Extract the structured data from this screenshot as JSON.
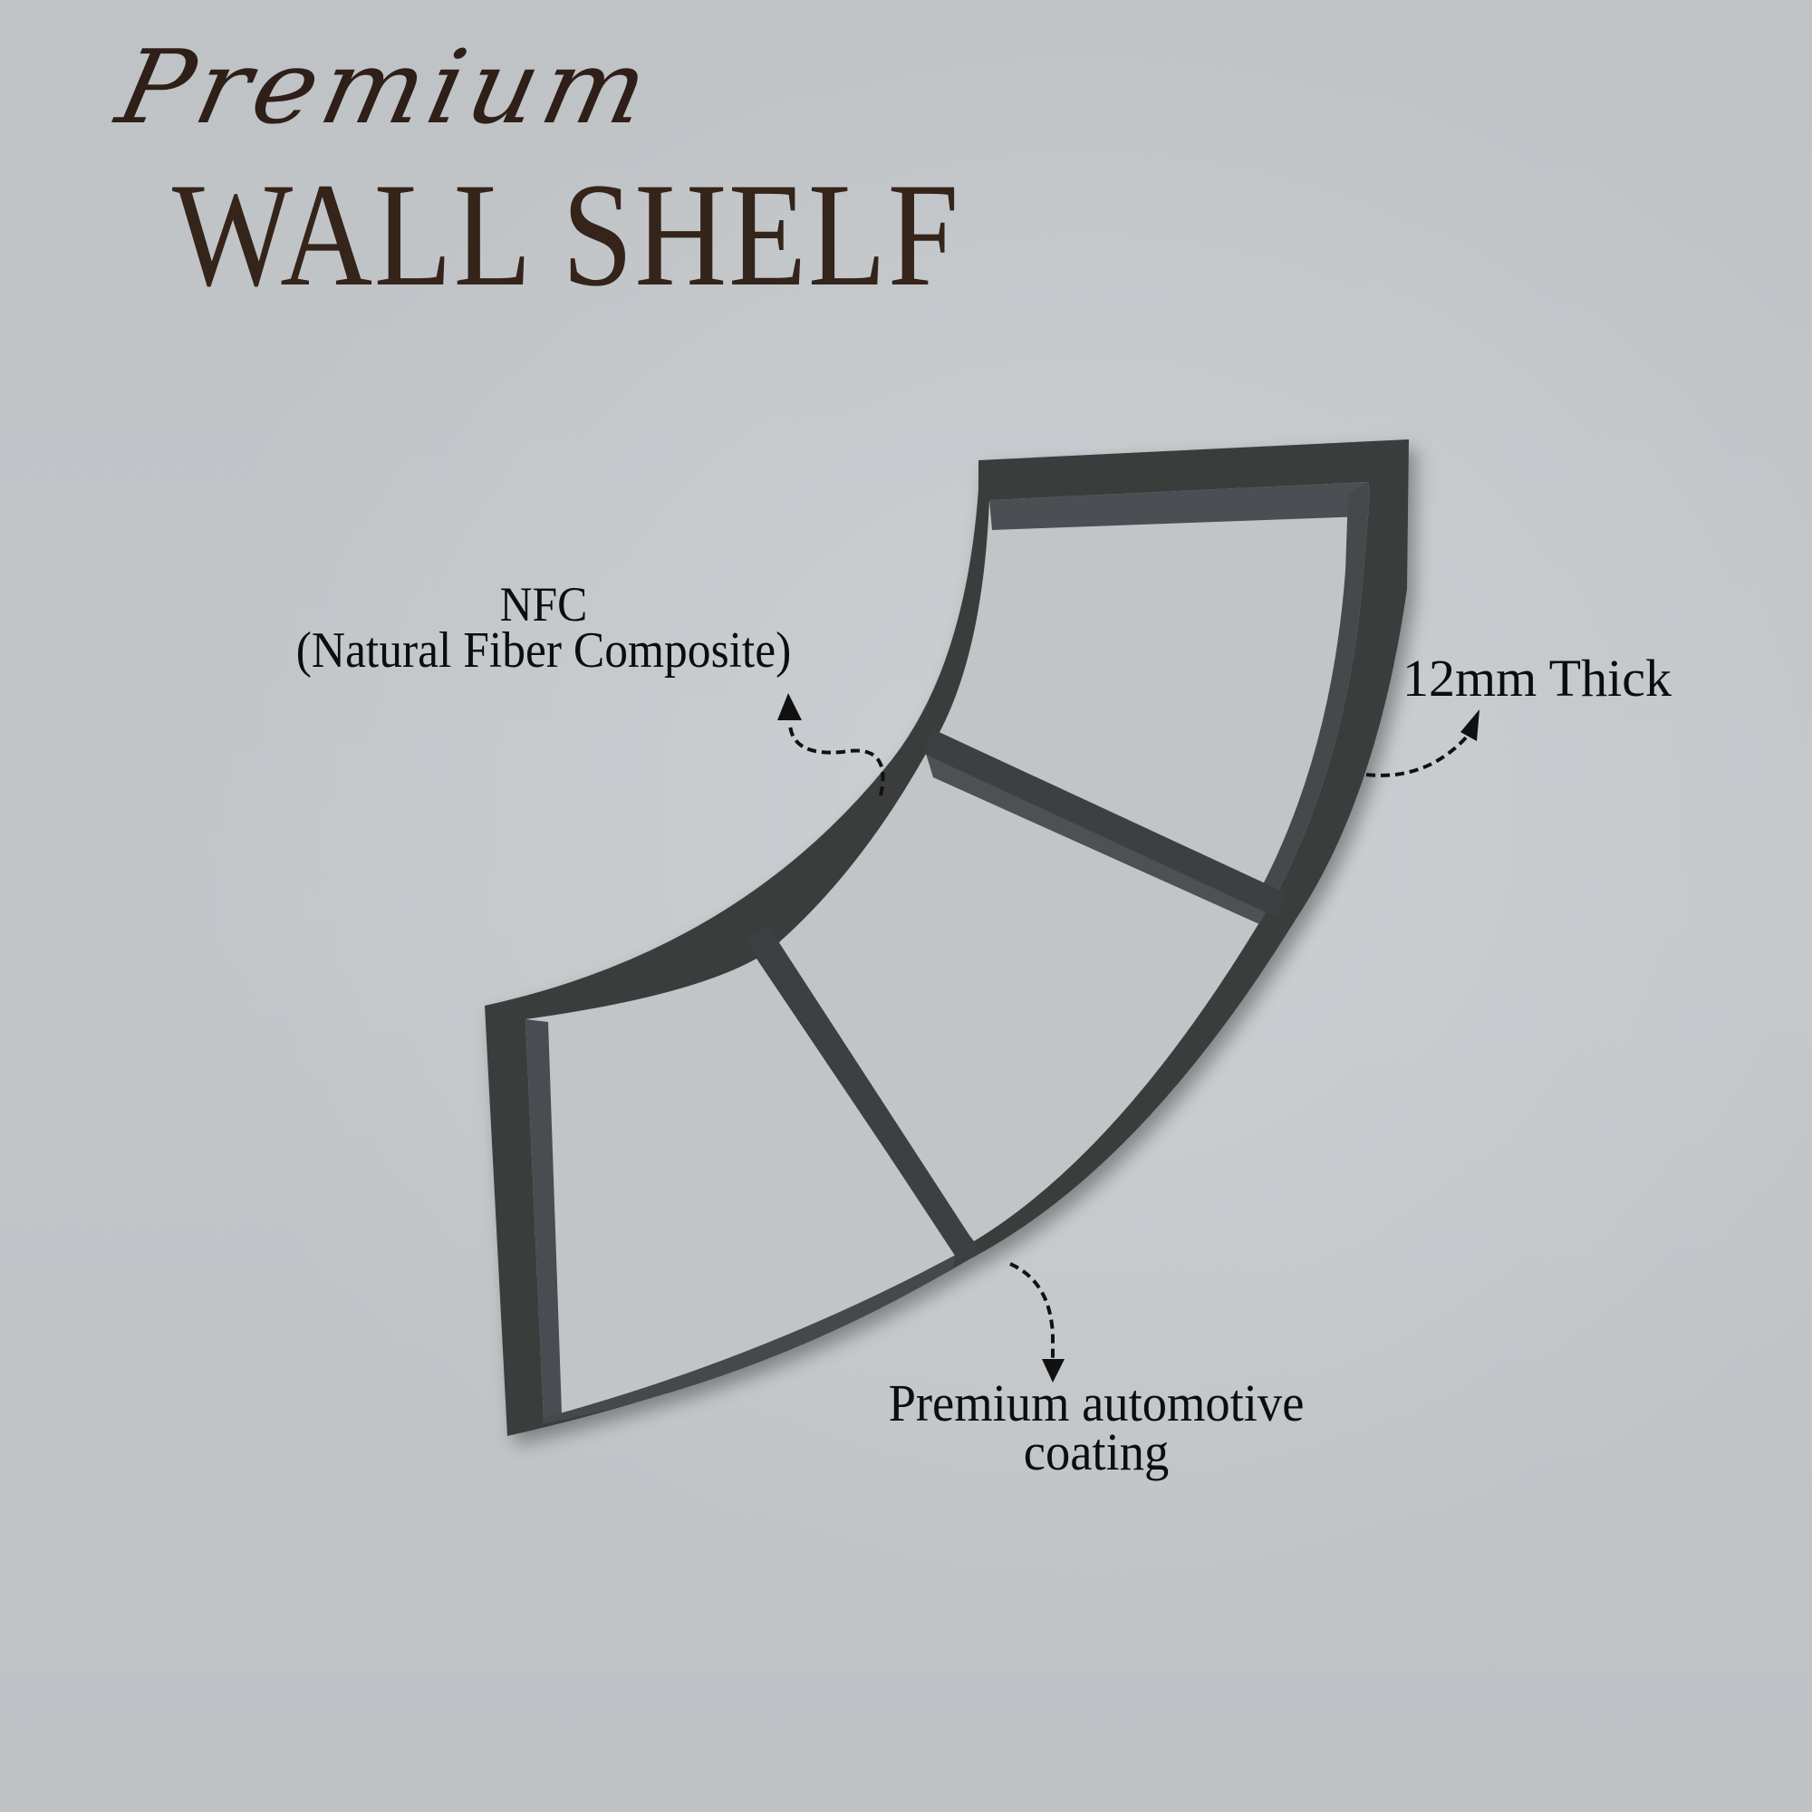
{
  "title": {
    "script": "Premium",
    "main": "WALL SHELF"
  },
  "callouts": {
    "nfc": {
      "line1": "NFC",
      "line2": "(Natural Fiber Composite)"
    },
    "thickness": {
      "text": "12mm Thick"
    },
    "coating": {
      "line1": "Premium automotive",
      "line2": "coating"
    }
  },
  "colors": {
    "background": "#c0c4c7",
    "title": "#35241a",
    "shelf_face": "#3b3c3d",
    "shelf_inner": "#4d5153",
    "label_text": "#0d0d0d"
  }
}
